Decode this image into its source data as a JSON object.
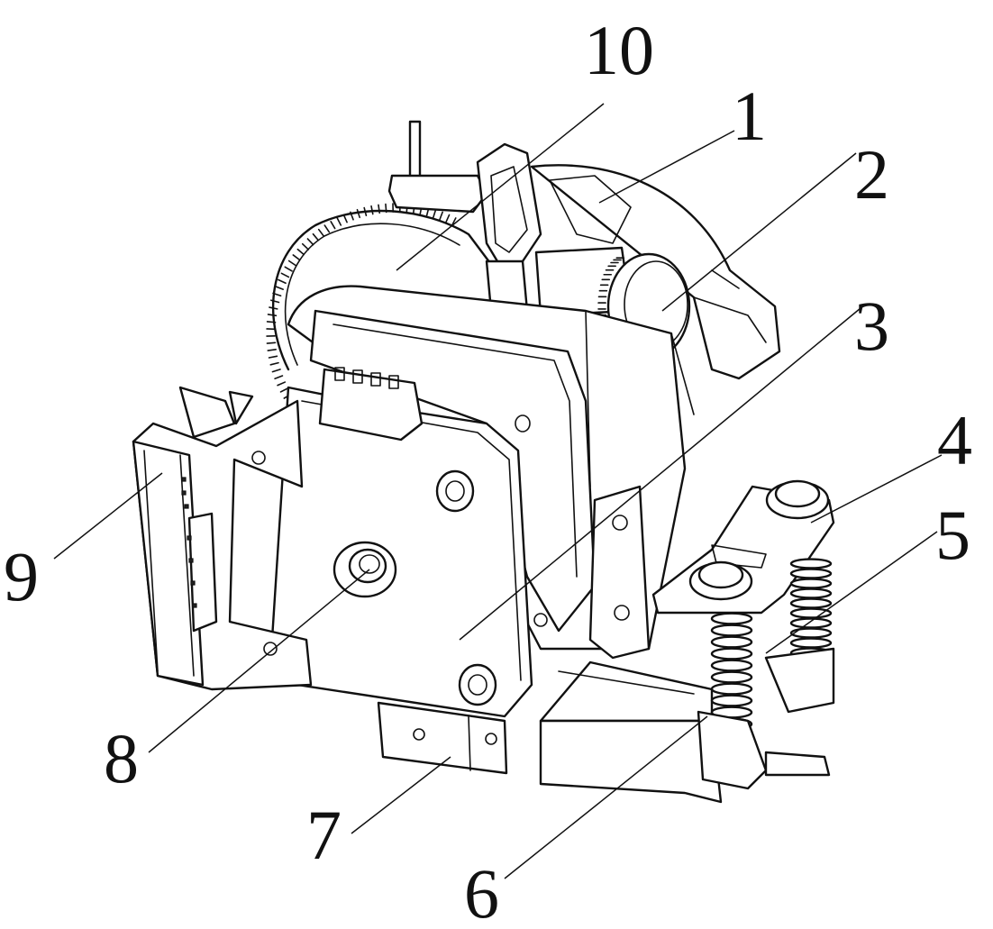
{
  "figure": {
    "labels": [
      {
        "id": "label-1",
        "text": "1"
      },
      {
        "id": "label-2",
        "text": "2"
      },
      {
        "id": "label-3",
        "text": "3"
      },
      {
        "id": "label-4",
        "text": "4"
      },
      {
        "id": "label-5",
        "text": "5"
      },
      {
        "id": "label-6",
        "text": "6"
      },
      {
        "id": "label-7",
        "text": "7"
      },
      {
        "id": "label-8",
        "text": "8"
      },
      {
        "id": "label-9",
        "text": "9"
      },
      {
        "id": "label-10",
        "text": "10"
      }
    ],
    "colors": {
      "ink": "#111111",
      "paper": "#ffffff"
    }
  }
}
